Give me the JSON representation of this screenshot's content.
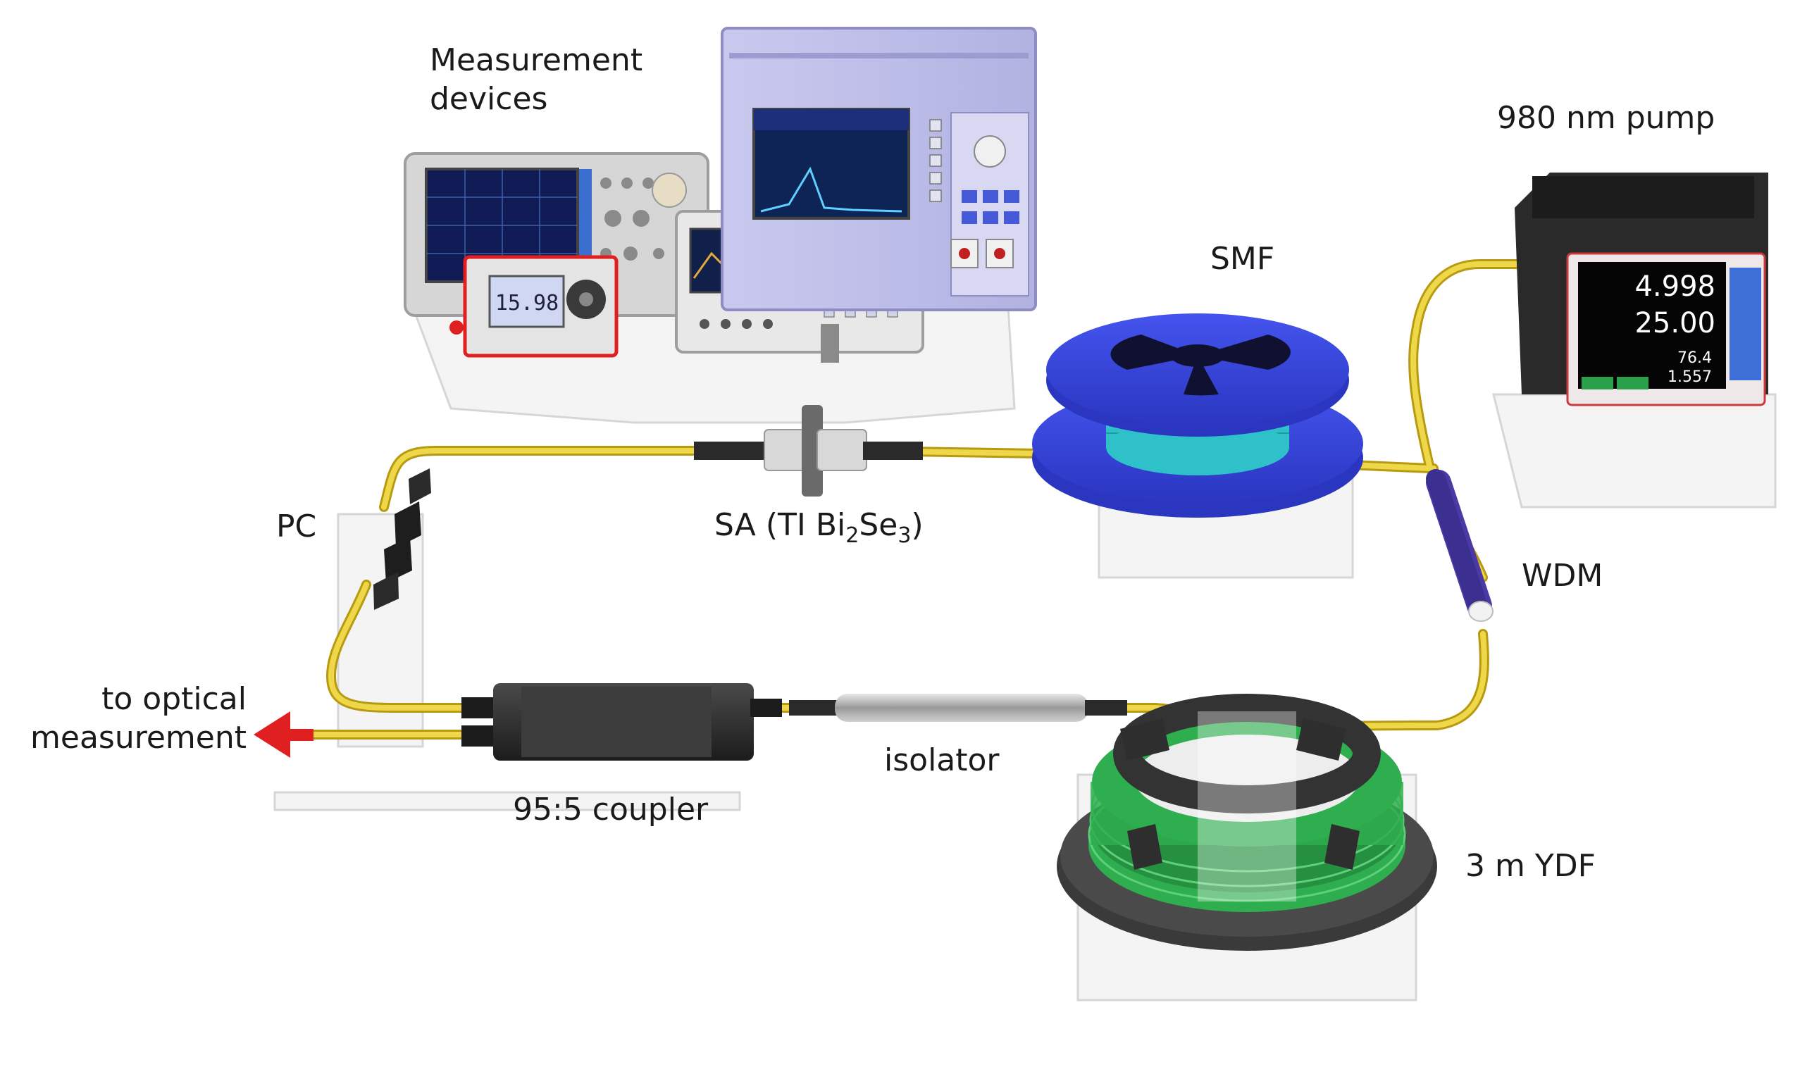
{
  "labels": {
    "measurement_devices": [
      "Measurement",
      "devices"
    ],
    "pump": "980 nm pump",
    "smf": "SMF",
    "pc": "PC",
    "sa": {
      "prefix": "SA (TI Bi",
      "sub1": "2",
      "mid": "Se",
      "sub2": "3",
      "suffix": ")"
    },
    "wdm": "WDM",
    "output": [
      "to optical",
      "measurement"
    ],
    "isolator": "isolator",
    "coupler": "95:5 coupler",
    "ydf": "3 m YDF"
  },
  "device_readouts": {
    "power_meter": "15.98",
    "pump_values": [
      "4.998",
      "25.00",
      "76.4",
      "1.557"
    ]
  },
  "colors": {
    "fiber": "#e6c82a",
    "output_arrow": "#e02020",
    "smf_spool": "#3b49e0",
    "smf_winding": "#2fc1c9",
    "ydf_winding": "#2ea84a",
    "wdm": "#3b2f8f"
  }
}
